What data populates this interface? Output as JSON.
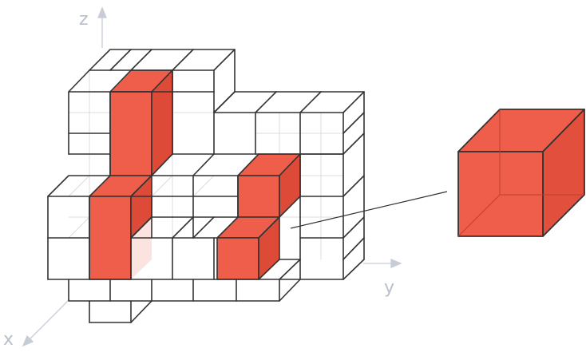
{
  "axes": {
    "x_label": "x",
    "y_label": "y",
    "z_label": "z"
  },
  "colors": {
    "accent_red": "#ef5e4a",
    "accent_red_dark": "#dd4a37",
    "edge": "#333333",
    "grid_line": "#d8d8d8",
    "axis": "#b8bfca",
    "background": "#ffffff"
  },
  "legend": {
    "description_icon": "single-red-cube-icon"
  }
}
